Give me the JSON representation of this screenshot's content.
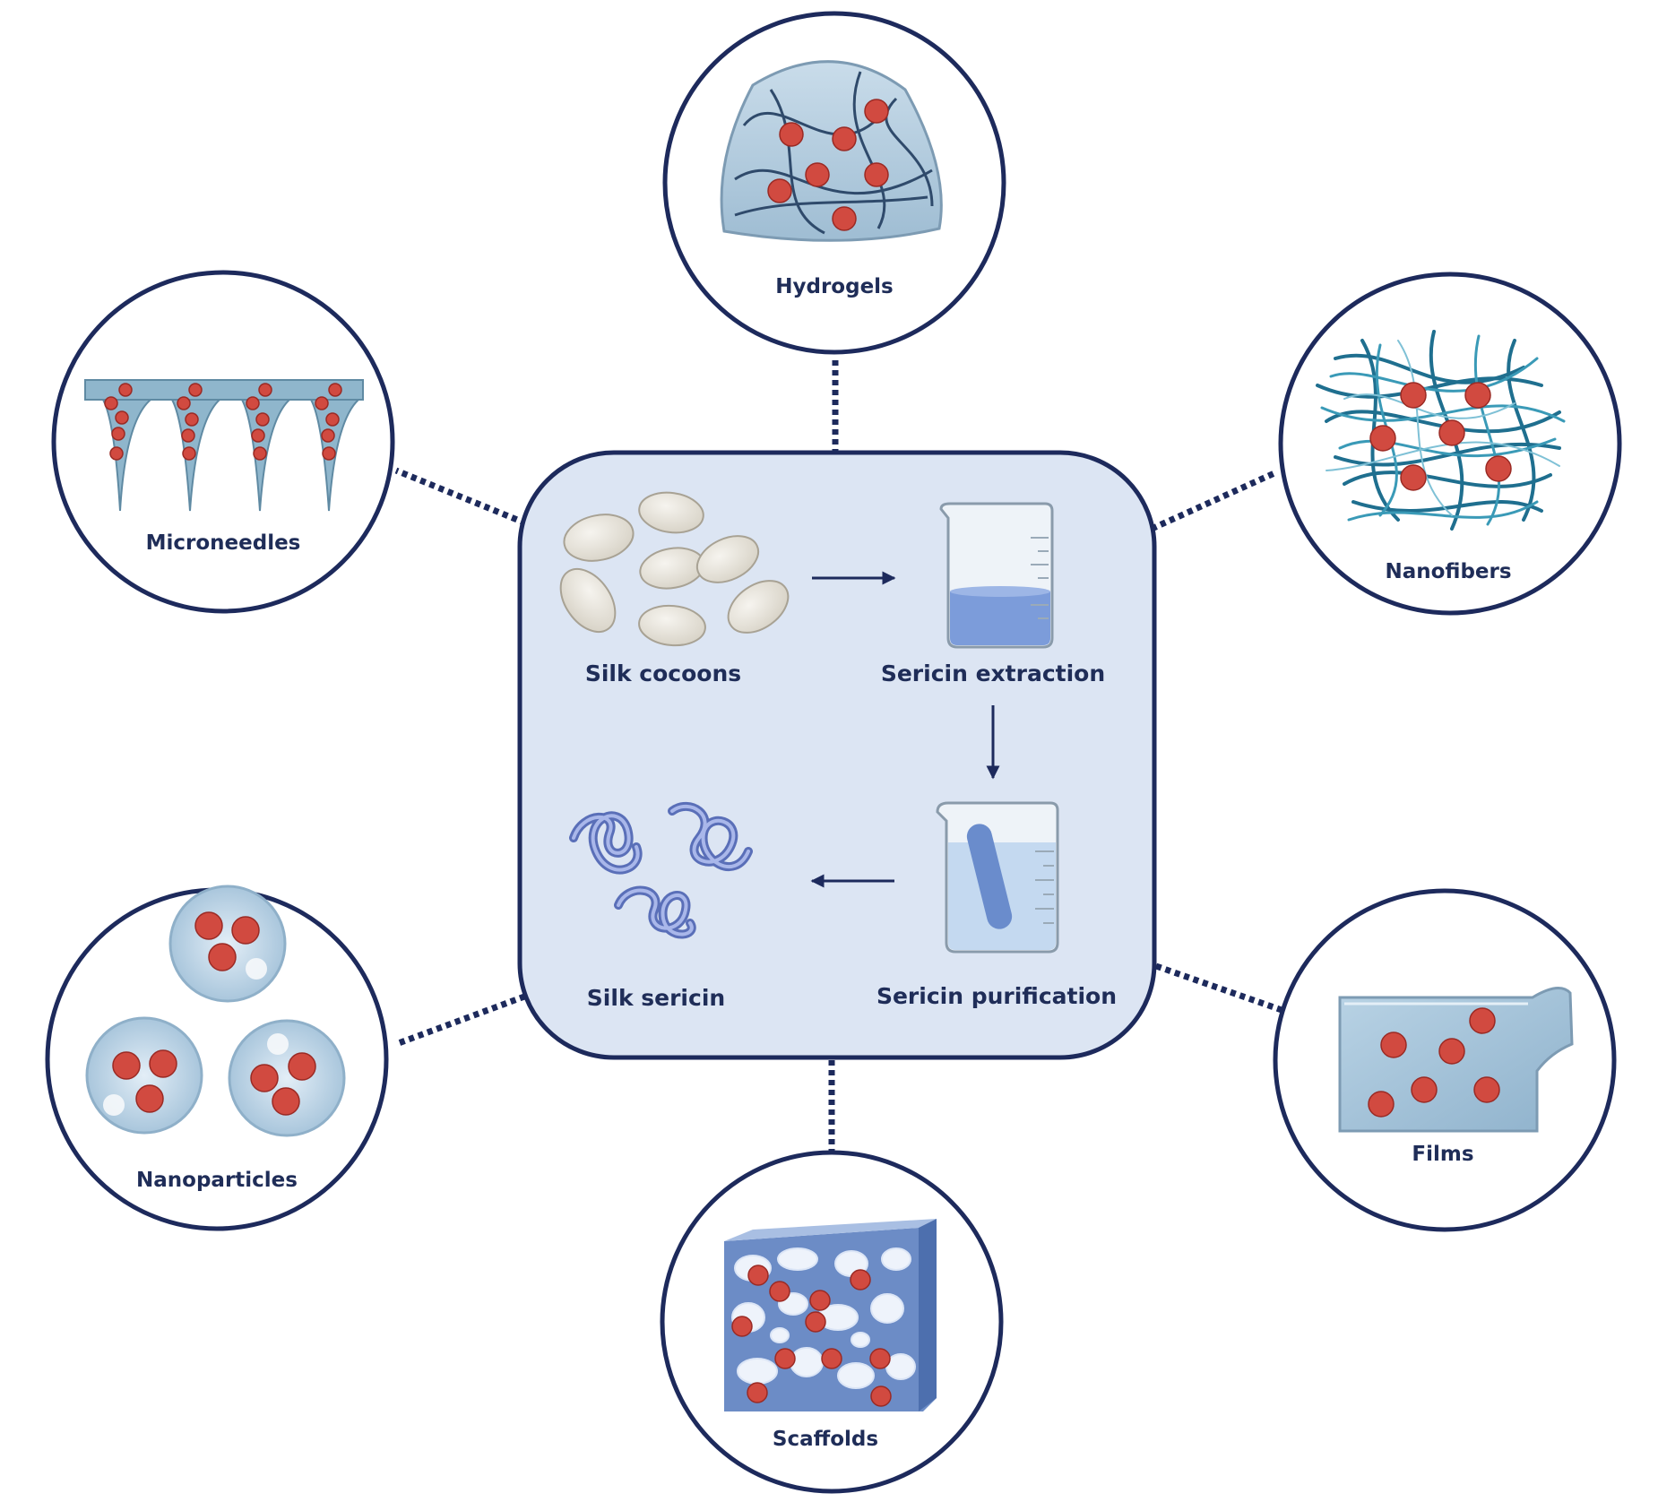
{
  "center": {
    "steps": {
      "cocoons": "Silk cocoons",
      "extraction": "Sericin extraction",
      "purification": "Sericin purification",
      "sericin": "Silk sericin"
    }
  },
  "applications": {
    "hydrogels": "Hydrogels",
    "nanofibers": "Nanofibers",
    "films": "Films",
    "scaffolds": "Scaffolds",
    "nanoparticles": "Nanoparticles",
    "microneedles": "Microneedles"
  },
  "colors": {
    "outline": "#1d2a5c",
    "label": "#1f2d58",
    "panel_fill": "#dce5f3",
    "drug_bead": "#d14a40"
  }
}
